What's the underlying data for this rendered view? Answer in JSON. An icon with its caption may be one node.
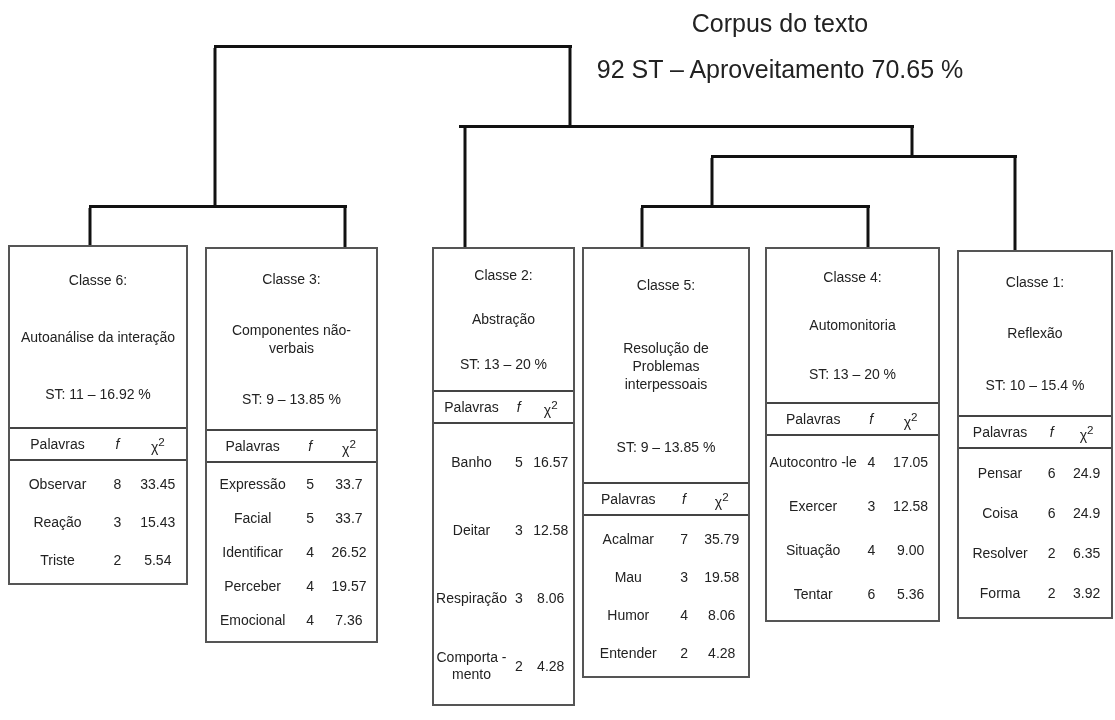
{
  "diagram": {
    "title": "Corpus do texto",
    "labels": [
      "92 ST – Aproveitamento 70.65 %"
    ],
    "nodes": [
      {
        "text": [],
        "shape": "bar"
      },
      {
        "text": [],
        "shape": "bar"
      },
      {
        "text": [],
        "shape": "bar"
      },
      {
        "text": [],
        "shape": "bar"
      },
      {
        "text": [],
        "shape": "bar"
      },
      {
        "text": [
          "Classe 6:",
          "Autoanálise da interação",
          "ST: 11 – 16.92 %",
          "Palavras",
          "f",
          "χ$^{2}$",
          "Observar",
          "8",
          "33.45",
          "Reação",
          "3",
          "15.43",
          "Triste",
          "2",
          "5.54"
        ]
      },
      {
        "text": [
          "Classe 3:",
          "Componentes não-verbais",
          "ST: 9 – 13.85 %",
          "Palavras",
          "f",
          "χ$^{2}$",
          "Expressão",
          "5",
          "33.7",
          "Facial",
          "5",
          "33.7",
          "Identificar",
          "4",
          "26.52",
          "Perceber",
          "4",
          "19.57",
          "Emocional",
          "4",
          "7.36"
        ]
      },
      {
        "text": [
          "Classe 2:",
          "Abstração",
          "ST: 13 – 20 %",
          "Palavras",
          "f",
          "χ$^{2}$",
          "Banho",
          "5",
          "16.57",
          "Deitar",
          "3",
          "12.58",
          "Respiração",
          "3",
          "8.06",
          "Comporta -mento",
          "2",
          "4.28"
        ]
      },
      {
        "text": [
          "Classe 5:",
          "Resolução de Problemas interpessoais",
          "ST: 9 – 13.85 %",
          "Palavras",
          "f",
          "χ$^{2}$",
          "Acalmar",
          "7",
          "35.79",
          "Mau",
          "3",
          "19.58",
          "Humor",
          "4",
          "8.06",
          "Entender",
          "2",
          "4.28"
        ]
      },
      {
        "text": [
          "Classe 4:",
          "Automonitoria",
          "ST: 13 – 20 %",
          "Palavras",
          "f",
          "χ$^{2}$",
          "Autocontro -le",
          "4",
          "17.05",
          "Exercer",
          "3",
          "12.58",
          "Situação",
          "4",
          "9.00",
          "Tentar",
          "6",
          "5.36"
        ]
      },
      {
        "text": [
          "Classe 1:",
          "Reflexão",
          "ST: 10 – 15.4 %",
          "Palavras",
          "f",
          "χ$^{2}$",
          "Pensar",
          "6",
          "24.9",
          "Coisa",
          "6",
          "24.9",
          "Resolver",
          "2",
          "6.35",
          "Forma",
          "2",
          "3.92"
        ]
      }
    ],
    "edges": [
      {
        "from": 0,
        "to": 3,
        "arrow": "none"
      },
      {
        "from": 0,
        "to": 1,
        "arrow": "none"
      },
      {
        "from": 1,
        "to": 7,
        "arrow": "none"
      },
      {
        "from": 1,
        "to": 2,
        "arrow": "none"
      },
      {
        "from": 2,
        "to": 4,
        "arrow": "none"
      },
      {
        "from": 2,
        "to": 10,
        "arrow": "none"
      },
      {
        "from": 3,
        "to": 5,
        "arrow": "none"
      },
      {
        "from": 3,
        "to": 6,
        "arrow": "none"
      },
      {
        "from": 4,
        "to": 8,
        "arrow": "none"
      },
      {
        "from": 4,
        "to": 9,
        "arrow": "none"
      }
    ]
  }
}
